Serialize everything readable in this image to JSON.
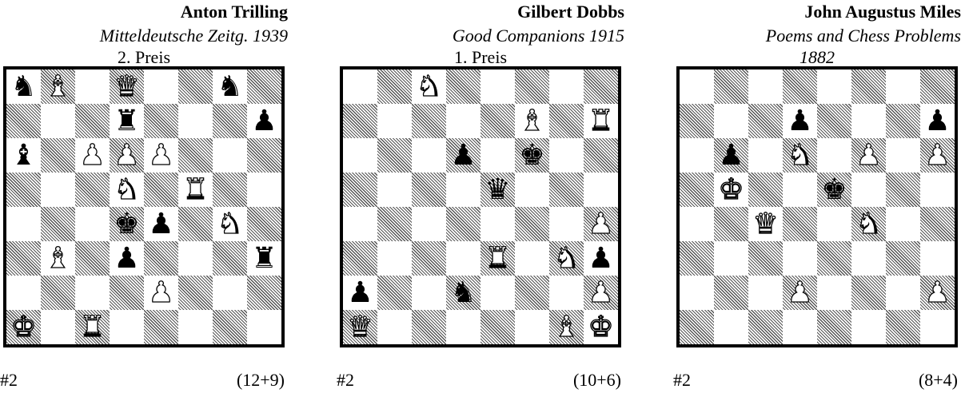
{
  "problems": [
    {
      "author": "Anton Trilling",
      "source": "Mitteldeutsche Zeitg.  1939",
      "award": "2. Preis",
      "award_italic": false,
      "stipulation": "#2",
      "piece_count": "(12+9)",
      "pieces": [
        {
          "square": "a8",
          "piece": "knight",
          "color": "black",
          "icon": "black-knight-icon"
        },
        {
          "square": "b8",
          "piece": "bishop",
          "color": "white",
          "icon": "white-bishop-icon"
        },
        {
          "square": "d8",
          "piece": "queen",
          "color": "white",
          "icon": "white-queen-icon"
        },
        {
          "square": "g8",
          "piece": "knight",
          "color": "black",
          "icon": "black-knight-icon"
        },
        {
          "square": "d7",
          "piece": "rook",
          "color": "black",
          "icon": "black-rook-icon"
        },
        {
          "square": "h7",
          "piece": "pawn",
          "color": "black",
          "icon": "black-pawn-icon"
        },
        {
          "square": "a6",
          "piece": "bishop",
          "color": "black",
          "icon": "black-bishop-icon"
        },
        {
          "square": "c6",
          "piece": "pawn",
          "color": "white",
          "icon": "white-pawn-icon"
        },
        {
          "square": "d6",
          "piece": "pawn",
          "color": "white",
          "icon": "white-pawn-icon"
        },
        {
          "square": "e6",
          "piece": "pawn",
          "color": "white",
          "icon": "white-pawn-icon"
        },
        {
          "square": "d5",
          "piece": "knight",
          "color": "white",
          "icon": "white-knight-icon"
        },
        {
          "square": "f5",
          "piece": "rook",
          "color": "white",
          "icon": "white-rook-icon"
        },
        {
          "square": "d4",
          "piece": "king",
          "color": "black",
          "icon": "black-king-icon"
        },
        {
          "square": "e4",
          "piece": "pawn",
          "color": "black",
          "icon": "black-pawn-icon"
        },
        {
          "square": "g4",
          "piece": "knight",
          "color": "white",
          "icon": "white-knight-icon"
        },
        {
          "square": "b3",
          "piece": "bishop",
          "color": "white",
          "icon": "white-bishop-icon"
        },
        {
          "square": "d3",
          "piece": "pawn",
          "color": "black",
          "icon": "black-pawn-icon"
        },
        {
          "square": "h3",
          "piece": "rook",
          "color": "black",
          "icon": "black-rook-icon"
        },
        {
          "square": "e2",
          "piece": "pawn",
          "color": "white",
          "icon": "white-pawn-icon"
        },
        {
          "square": "a1",
          "piece": "king",
          "color": "white",
          "icon": "white-king-icon"
        },
        {
          "square": "c1",
          "piece": "rook",
          "color": "white",
          "icon": "white-rook-icon"
        }
      ]
    },
    {
      "author": "Gilbert Dobbs",
      "source": "Good Companions  1915",
      "award": "1. Preis",
      "award_italic": false,
      "stipulation": "#2",
      "piece_count": "(10+6)",
      "pieces": [
        {
          "square": "c8",
          "piece": "knight",
          "color": "white",
          "icon": "white-knight-icon"
        },
        {
          "square": "f7",
          "piece": "bishop",
          "color": "white",
          "icon": "white-bishop-icon"
        },
        {
          "square": "h7",
          "piece": "rook",
          "color": "white",
          "icon": "white-rook-icon"
        },
        {
          "square": "d6",
          "piece": "pawn",
          "color": "black",
          "icon": "black-pawn-icon"
        },
        {
          "square": "f6",
          "piece": "king",
          "color": "black",
          "icon": "black-king-icon"
        },
        {
          "square": "e5",
          "piece": "queen",
          "color": "black",
          "icon": "black-queen-icon"
        },
        {
          "square": "h4",
          "piece": "pawn",
          "color": "white",
          "icon": "white-pawn-icon"
        },
        {
          "square": "e3",
          "piece": "rook",
          "color": "white",
          "icon": "white-rook-icon"
        },
        {
          "square": "g3",
          "piece": "knight",
          "color": "white",
          "icon": "white-knight-icon"
        },
        {
          "square": "h3",
          "piece": "pawn",
          "color": "black",
          "icon": "black-pawn-icon"
        },
        {
          "square": "a2",
          "piece": "pawn",
          "color": "black",
          "icon": "black-pawn-icon"
        },
        {
          "square": "d2",
          "piece": "knight",
          "color": "black",
          "icon": "black-knight-icon"
        },
        {
          "square": "h2",
          "piece": "pawn",
          "color": "white",
          "icon": "white-pawn-icon"
        },
        {
          "square": "a1",
          "piece": "queen",
          "color": "white",
          "icon": "white-queen-icon"
        },
        {
          "square": "g1",
          "piece": "bishop",
          "color": "white",
          "icon": "white-bishop-icon"
        },
        {
          "square": "h1",
          "piece": "king",
          "color": "white",
          "icon": "white-king-icon"
        }
      ]
    },
    {
      "author": "John Augustus Miles",
      "source": "Poems and Chess Problems",
      "award": "1882",
      "award_italic": true,
      "stipulation": "#2",
      "piece_count": "(8+4)",
      "pieces": [
        {
          "square": "d7",
          "piece": "pawn",
          "color": "black",
          "icon": "black-pawn-icon"
        },
        {
          "square": "h7",
          "piece": "pawn",
          "color": "black",
          "icon": "black-pawn-icon"
        },
        {
          "square": "b6",
          "piece": "pawn",
          "color": "black",
          "icon": "black-pawn-icon"
        },
        {
          "square": "d6",
          "piece": "knight",
          "color": "white",
          "icon": "white-knight-icon"
        },
        {
          "square": "f6",
          "piece": "pawn",
          "color": "white",
          "icon": "white-pawn-icon"
        },
        {
          "square": "h6",
          "piece": "pawn",
          "color": "white",
          "icon": "white-pawn-icon"
        },
        {
          "square": "b5",
          "piece": "king",
          "color": "white",
          "icon": "white-king-icon"
        },
        {
          "square": "e5",
          "piece": "king",
          "color": "black",
          "icon": "black-king-icon"
        },
        {
          "square": "c4",
          "piece": "queen",
          "color": "white",
          "icon": "white-queen-icon"
        },
        {
          "square": "f4",
          "piece": "knight",
          "color": "white",
          "icon": "white-knight-icon"
        },
        {
          "square": "d2",
          "piece": "pawn",
          "color": "white",
          "icon": "white-pawn-icon"
        },
        {
          "square": "h2",
          "piece": "pawn",
          "color": "white",
          "icon": "white-pawn-icon"
        }
      ]
    }
  ]
}
